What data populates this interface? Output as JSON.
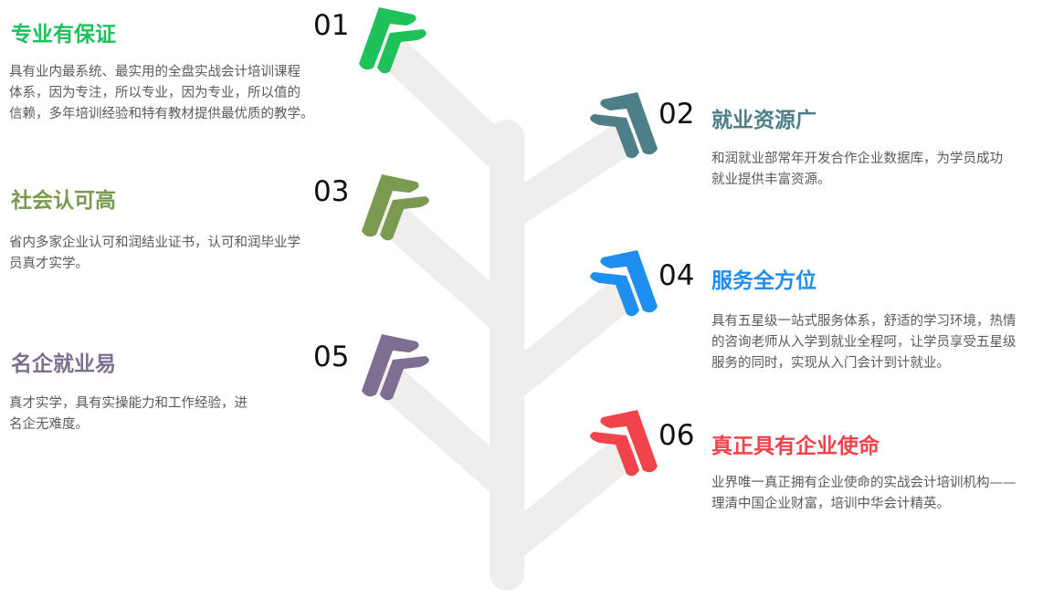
{
  "items": [
    {
      "number": "01",
      "title": "专业有保证",
      "color": "#1ec15a",
      "lines": [
        "具有业内最系统、最实用的全盘实战会计培训课程",
        "体系，因为专注，所以专业，因为专业，所以值的",
        "信赖，多年培训经验和特有教材提供最优质的教学。"
      ]
    },
    {
      "number": "02",
      "title": "就业资源广",
      "color": "#4e7f89",
      "lines": [
        "和润就业部常年开发合作企业数据库，为学员成功",
        "就业提供丰富资源。"
      ]
    },
    {
      "number": "03",
      "title": "社会认可高",
      "color": "#7a9a4f",
      "lines": [
        "省内多家企业认可和润结业证书，认可和润毕业学",
        "员真才实学。"
      ]
    },
    {
      "number": "04",
      "title": "服务全方位",
      "color": "#1e8ef0",
      "lines": [
        "具有五星级一站式服务体系，舒适的学习环境，热情",
        "的咨询老师从入学到就业全程呵，让学员享受五星级",
        "服务的同时，实现从入门会计到计就业。"
      ]
    },
    {
      "number": "05",
      "title": "名企就业易",
      "color": "#7e6f92",
      "lines": [
        "真才实学，具有实操能力和工作经验，进",
        "名企无难度。"
      ]
    },
    {
      "number": "06",
      "title": "真正具有企业使命",
      "color": "#f0434b",
      "lines": [
        "业界唯一真正拥有企业使命的实战会计培训机构——",
        "理清中国企业财富，培训中华会计精英。"
      ]
    }
  ]
}
